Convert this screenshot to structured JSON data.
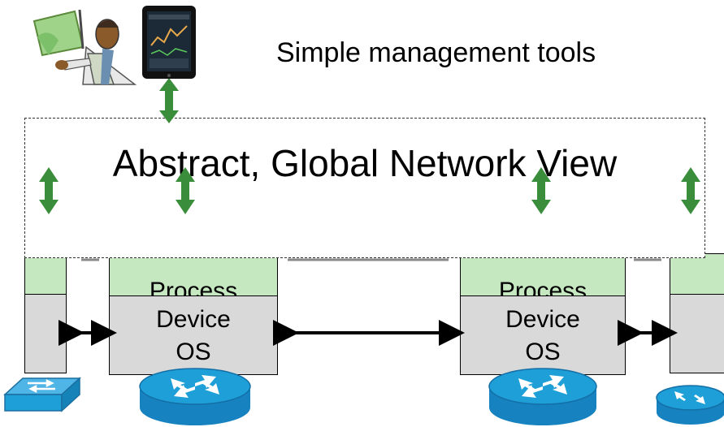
{
  "mgmt_label": "Simple management tools",
  "network_view_label": "Abstract, Global Network View",
  "devices": [
    {
      "process_label": "Process",
      "os_label": "Device OS"
    },
    {
      "process_label": "Process",
      "os_label": "Device OS"
    }
  ],
  "colors": {
    "arrow_green": "#3a8d3a",
    "process_fill": "#c6e8c0",
    "os_fill": "#d9d9d9",
    "router_blue": "#1e9fd8"
  },
  "icons": [
    "presenter-clipart-icon",
    "tablet-icon",
    "switch-icon",
    "router-icon"
  ]
}
